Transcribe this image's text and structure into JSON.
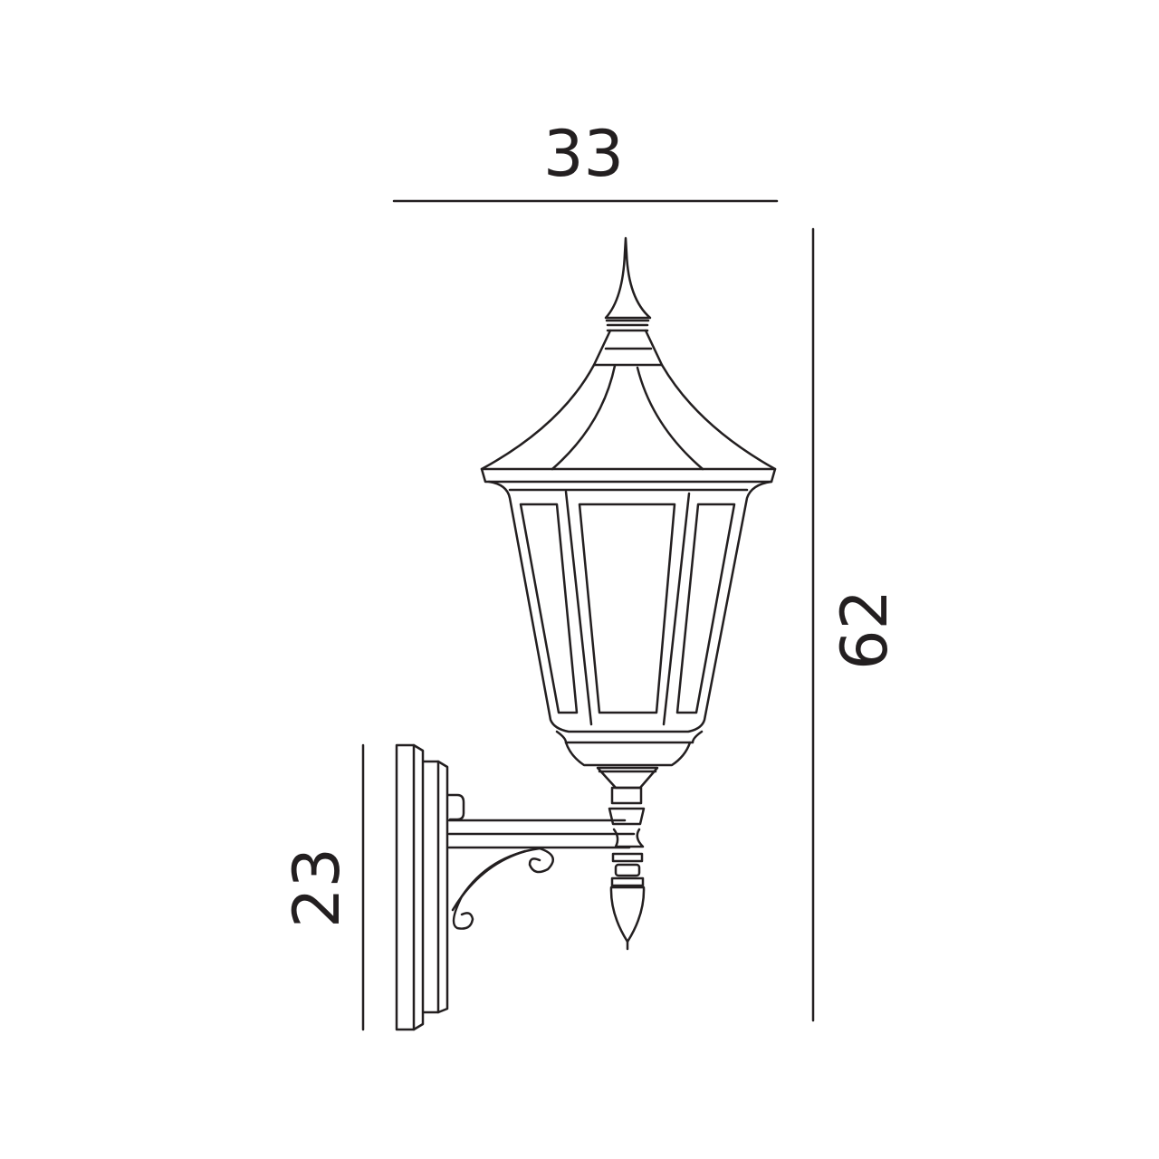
{
  "drawing": {
    "subject": "wall lantern outline drawing",
    "line_color": "#231f20",
    "background": "#ffffff"
  },
  "dimensions": {
    "width": "33",
    "height": "62",
    "depth": "23"
  }
}
